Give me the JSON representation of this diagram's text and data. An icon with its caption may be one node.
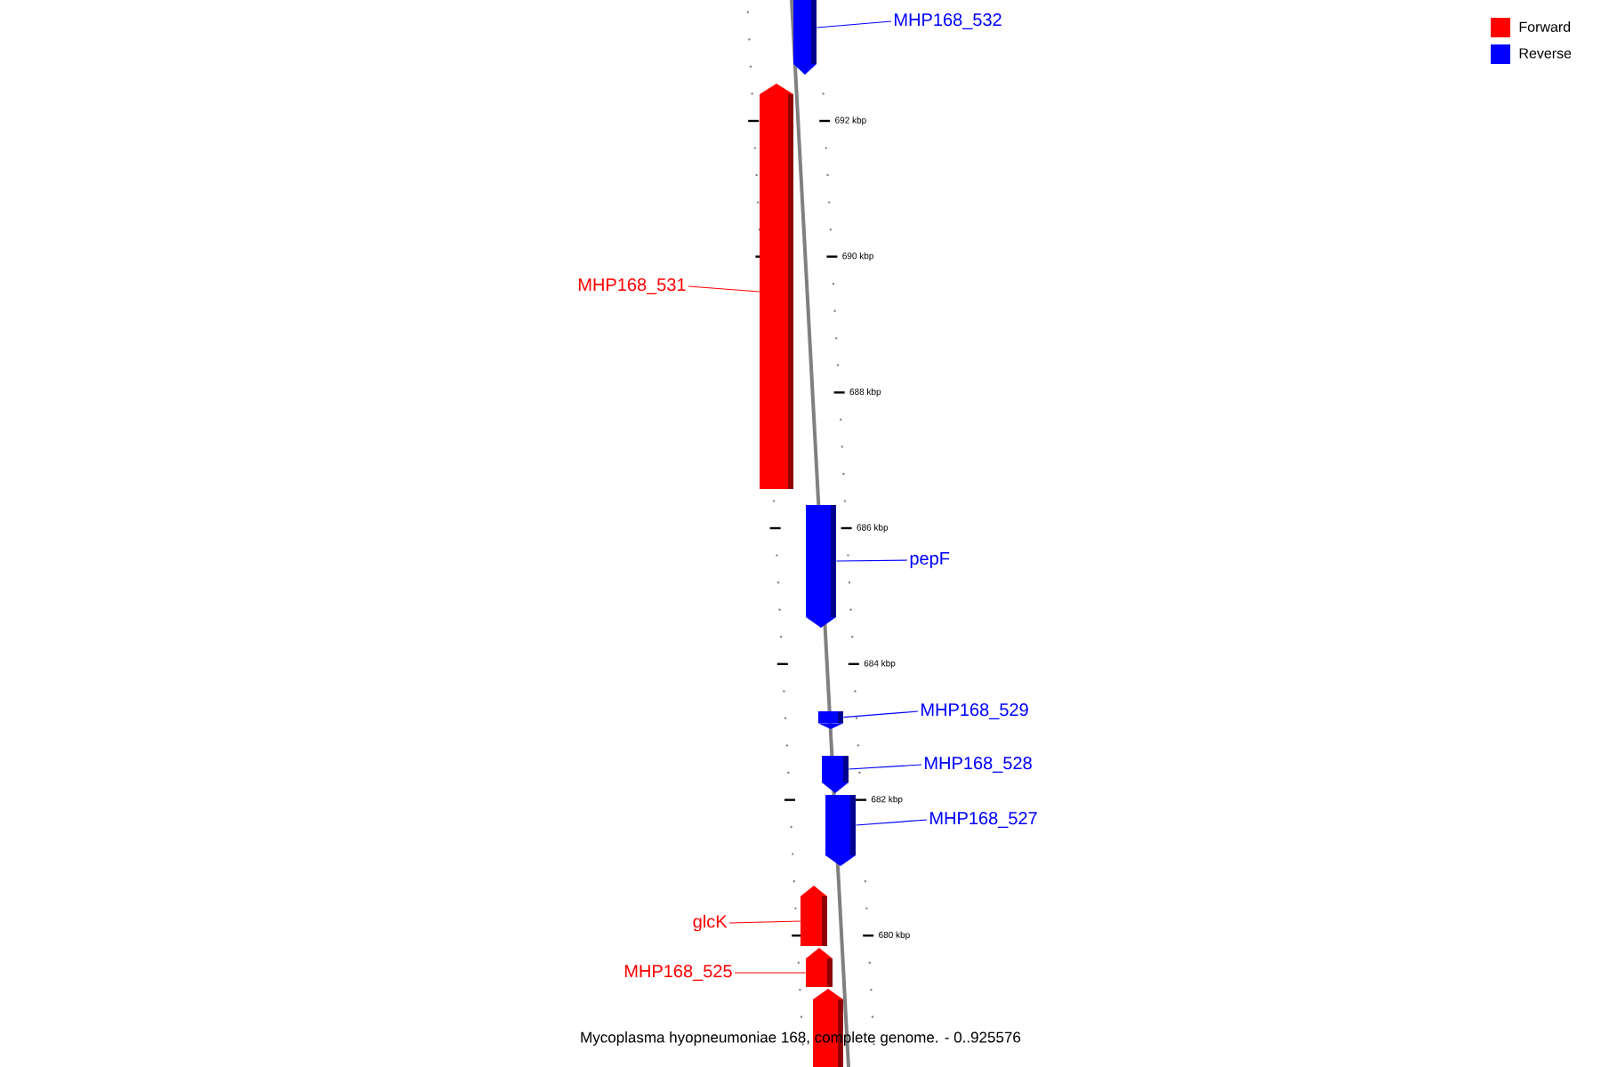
{
  "diagram": {
    "caption": "Mycoplasma hyopneumoniae 168, complete genome. - 0..925576",
    "nodes": [
      {
        "text": [
          "MHP168_532"
        ]
      },
      {
        "text": [],
        "shape": "bar"
      },
      {
        "text": [
          "MHP168_531"
        ]
      },
      {
        "text": [],
        "shape": "bar"
      },
      {
        "text": [
          "pepF"
        ]
      },
      {
        "text": [],
        "shape": "bar"
      },
      {
        "text": [
          "MHP168_529"
        ]
      },
      {
        "text": [],
        "shape": "bar"
      },
      {
        "text": [
          "MHP168_528"
        ]
      },
      {
        "text": [],
        "shape": "bar"
      },
      {
        "text": [
          "MHP168_527"
        ]
      },
      {
        "text": [],
        "shape": "bar"
      },
      {
        "text": [
          "glcK"
        ]
      },
      {
        "text": [],
        "shape": "bar"
      },
      {
        "text": [
          "MHP168_525"
        ]
      },
      {
        "text": [],
        "shape": "bar"
      },
      {
        "text": [],
        "shape": "bar"
      }
    ],
    "edges": [
      {
        "from": 0,
        "to": 1,
        "arrow": "none"
      },
      {
        "from": 2,
        "to": 3,
        "arrow": "none",
        "color": "#ff0000"
      },
      {
        "from": 4,
        "to": 5,
        "arrow": "none"
      },
      {
        "from": 6,
        "to": 7,
        "arrow": "none"
      },
      {
        "from": 8,
        "to": 9,
        "arrow": "none"
      },
      {
        "from": 10,
        "to": 11,
        "arrow": "none"
      },
      {
        "from": 12,
        "to": 13,
        "arrow": "none",
        "color": "#ff0000"
      },
      {
        "from": 14,
        "to": 15,
        "arrow": "none",
        "color": "#ff0000"
      }
    ],
    "labels": [
      "692 kbp",
      "690 kbp",
      "688 kbp",
      "686 kbp",
      "684 kbp",
      "682 kbp",
      "680 kbp"
    ],
    "legend": [
      {
        "text": "Forward",
        "color": "#ff0000"
      },
      {
        "text": "Reverse",
        "color": "#0000ff"
      }
    ]
  }
}
